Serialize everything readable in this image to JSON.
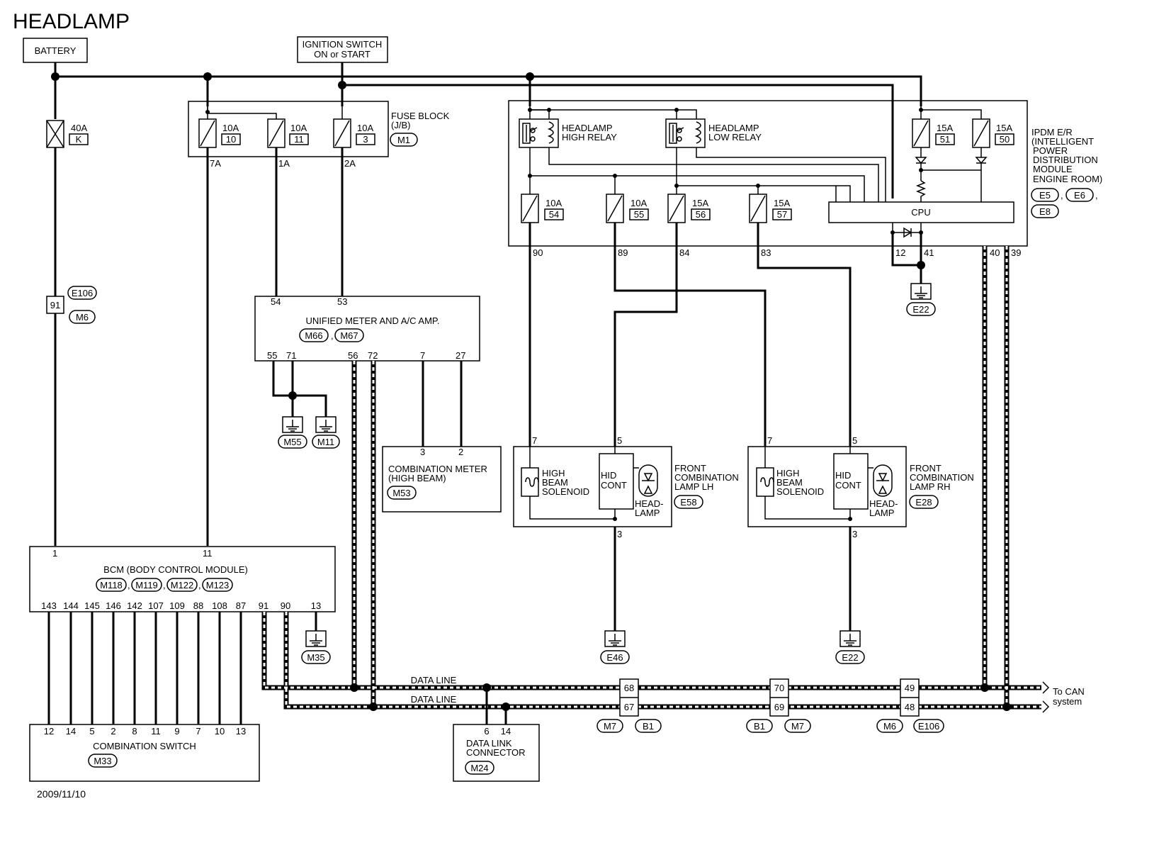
{
  "title": "HEADLAMP",
  "date": "2009/11/10",
  "power": {
    "battery": "BATTERY",
    "ignition_line1": "IGNITION SWITCH",
    "ignition_line2": "ON or START"
  },
  "fuse_block": {
    "label_line1": "FUSE BLOCK",
    "label_line2": "(J/B)",
    "connector": "M1",
    "fuses": [
      {
        "amp": "10A",
        "no": "10",
        "pin": "7A"
      },
      {
        "amp": "10A",
        "no": "11",
        "pin": "1A"
      },
      {
        "amp": "10A",
        "no": "3",
        "pin": "2A"
      }
    ]
  },
  "main_fuse": {
    "amp": "40A",
    "no": "K"
  },
  "joint": {
    "pin": "91",
    "conn1": "E106",
    "conn2": "M6"
  },
  "ipdm": {
    "label": [
      "IPDM E/R",
      "(INTELLIGENT",
      "POWER",
      "DISTRIBUTION",
      "MODULE",
      "ENGINE ROOM)"
    ],
    "connectors": [
      "E5",
      "E6",
      "E8"
    ],
    "high_relay": [
      "HEADLAMP",
      "HIGH RELAY"
    ],
    "low_relay": [
      "HEADLAMP",
      "LOW RELAY"
    ],
    "cpu": "CPU",
    "fuses": [
      {
        "amp": "15A",
        "no": "51"
      },
      {
        "amp": "15A",
        "no": "50"
      },
      {
        "amp": "10A",
        "no": "54",
        "pin": "90"
      },
      {
        "amp": "10A",
        "no": "55",
        "pin": "89"
      },
      {
        "amp": "15A",
        "no": "56",
        "pin": "84"
      },
      {
        "amp": "15A",
        "no": "57",
        "pin": "83"
      }
    ],
    "pins": [
      "12",
      "41",
      "40",
      "39"
    ],
    "ground": "E22"
  },
  "meter_amp": {
    "label": "UNIFIED METER AND A/C AMP.",
    "connectors": [
      "M66",
      "M67"
    ],
    "top_pins": [
      "54",
      "53"
    ],
    "bottom_pins": [
      "55",
      "71",
      "56",
      "72",
      "7",
      "27"
    ],
    "grounds": [
      "M55",
      "M11"
    ]
  },
  "combo_meter": {
    "label_line1": "COMBINATION METER",
    "label_line2": "(HIGH BEAM)",
    "connector": "M53",
    "pins": [
      "3",
      "2"
    ]
  },
  "lamp_lh": {
    "label": [
      "FRONT",
      "COMBINATION",
      "LAMP LH"
    ],
    "connector": "E58",
    "solenoid": [
      "HIGH",
      "BEAM",
      "SOLENOID"
    ],
    "hid": [
      "HID",
      "CONT"
    ],
    "head": [
      "HEAD-",
      "LAMP"
    ],
    "pins": [
      "7",
      "5",
      "3"
    ],
    "ground": "E46"
  },
  "lamp_rh": {
    "label": [
      "FRONT",
      "COMBINATION",
      "LAMP RH"
    ],
    "connector": "E28",
    "solenoid": [
      "HIGH",
      "BEAM",
      "SOLENOID"
    ],
    "hid": [
      "HID",
      "CONT"
    ],
    "head": [
      "HEAD-",
      "LAMP"
    ],
    "pins": [
      "7",
      "5",
      "3"
    ],
    "ground": "E22"
  },
  "bcm": {
    "label": "BCM (BODY CONTROL MODULE)",
    "connectors": [
      "M118",
      "M119",
      "M122",
      "M123"
    ],
    "top_pins": [
      "1",
      "11"
    ],
    "bottom_pins": [
      "143",
      "144",
      "145",
      "146",
      "142",
      "107",
      "109",
      "88",
      "108",
      "87",
      "91",
      "90",
      "13"
    ],
    "ground": "M35"
  },
  "combo_switch": {
    "label": "COMBINATION SWITCH",
    "connector": "M33",
    "pins": [
      "12",
      "14",
      "5",
      "2",
      "8",
      "11",
      "9",
      "7",
      "10",
      "13"
    ]
  },
  "dlc": {
    "label_line1": "DATA LINK",
    "label_line2": "CONNECTOR",
    "connector": "M24",
    "pins": [
      "6",
      "14"
    ]
  },
  "can": {
    "data_line": "DATA LINE",
    "to_can_line1": "To CAN",
    "to_can_line2": "system",
    "joints": [
      {
        "top": "68",
        "bottom": "67",
        "conn1": "M7",
        "conn2": "B1"
      },
      {
        "top": "70",
        "bottom": "69",
        "conn1": "B1",
        "conn2": "M7"
      },
      {
        "top": "49",
        "bottom": "48",
        "conn1": "M6",
        "conn2": "E106"
      }
    ]
  }
}
